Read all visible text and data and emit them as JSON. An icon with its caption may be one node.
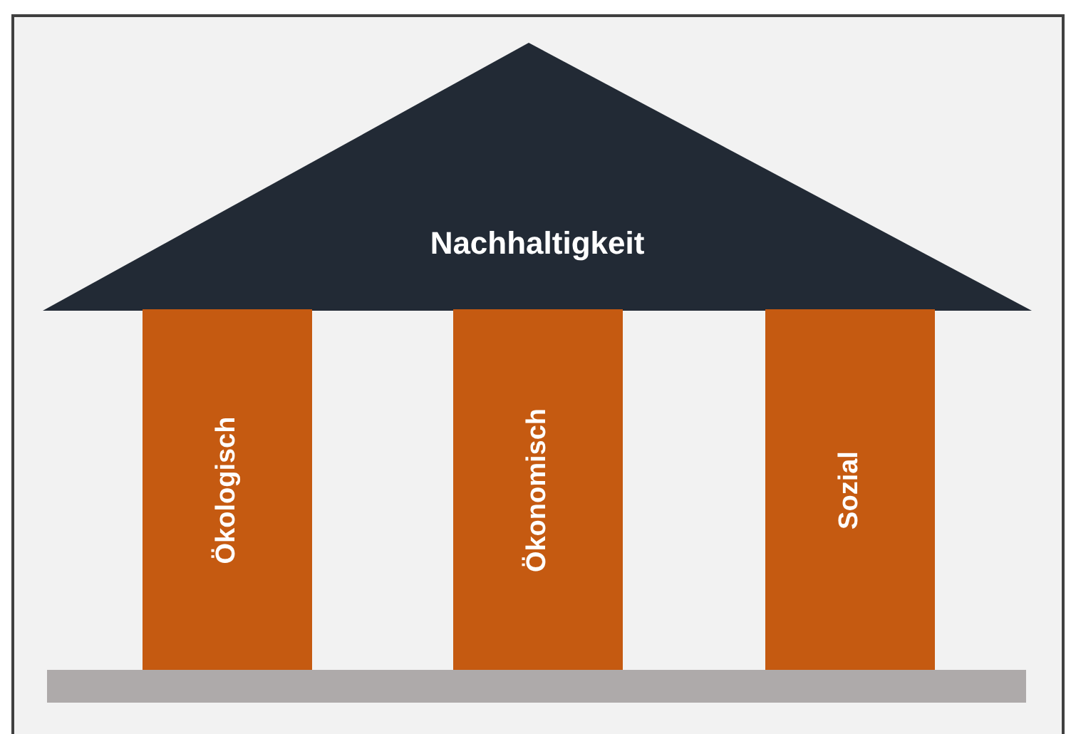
{
  "diagram": {
    "nodes": [
      {
        "text": [
          "Nachhaltigkeit"
        ]
      },
      {
        "text": [
          "Ökologisch"
        ]
      },
      {
        "text": [
          "Ökonomisch"
        ]
      },
      {
        "text": [
          "Sozial"
        ]
      },
      {
        "text": [],
        "shape": "bar"
      }
    ]
  }
}
